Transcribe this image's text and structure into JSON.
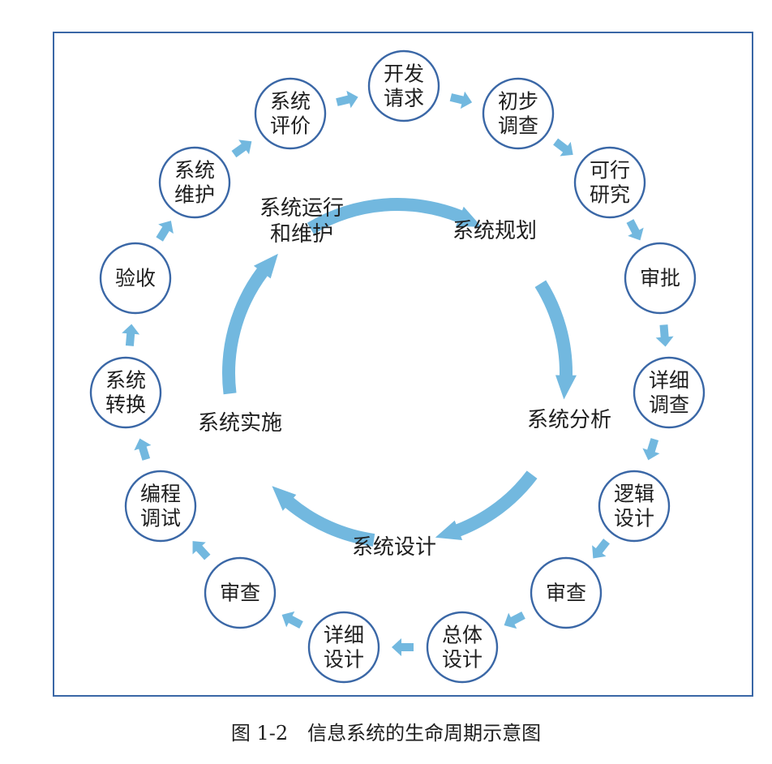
{
  "diagram": {
    "nodes": [
      {
        "id": "n1",
        "lines": [
          "开发",
          "请求"
        ]
      },
      {
        "id": "n2",
        "lines": [
          "初步",
          "调查"
        ]
      },
      {
        "id": "n3",
        "lines": [
          "可行",
          "研究"
        ]
      },
      {
        "id": "n4",
        "lines": [
          "审批"
        ]
      },
      {
        "id": "n5",
        "lines": [
          "详细",
          "调查"
        ]
      },
      {
        "id": "n6",
        "lines": [
          "逻辑",
          "设计"
        ]
      },
      {
        "id": "n7",
        "lines": [
          "审查"
        ]
      },
      {
        "id": "n8",
        "lines": [
          "总体",
          "设计"
        ]
      },
      {
        "id": "n9",
        "lines": [
          "详细",
          "设计"
        ]
      },
      {
        "id": "n10",
        "lines": [
          "审查"
        ]
      },
      {
        "id": "n11",
        "lines": [
          "编程",
          "调试"
        ]
      },
      {
        "id": "n12",
        "lines": [
          "系统",
          "转换"
        ]
      },
      {
        "id": "n13",
        "lines": [
          "验收"
        ]
      },
      {
        "id": "n14",
        "lines": [
          "系统",
          "维护"
        ]
      },
      {
        "id": "n15",
        "lines": [
          "系统",
          "评价"
        ]
      }
    ],
    "phases": [
      {
        "id": "planning",
        "lines": [
          "系统规划"
        ]
      },
      {
        "id": "analysis",
        "lines": [
          "系统分析"
        ]
      },
      {
        "id": "design",
        "lines": [
          "系统设计"
        ]
      },
      {
        "id": "implement",
        "lines": [
          "系统实施"
        ]
      },
      {
        "id": "operation",
        "lines": [
          "系统运行",
          "和维护"
        ]
      }
    ],
    "colors": {
      "arrow": "#72b8df",
      "circle_stroke": "#3a67a6",
      "frame": "#3a67a6"
    }
  },
  "caption": "图 1-2　信息系统的生命周期示意图"
}
